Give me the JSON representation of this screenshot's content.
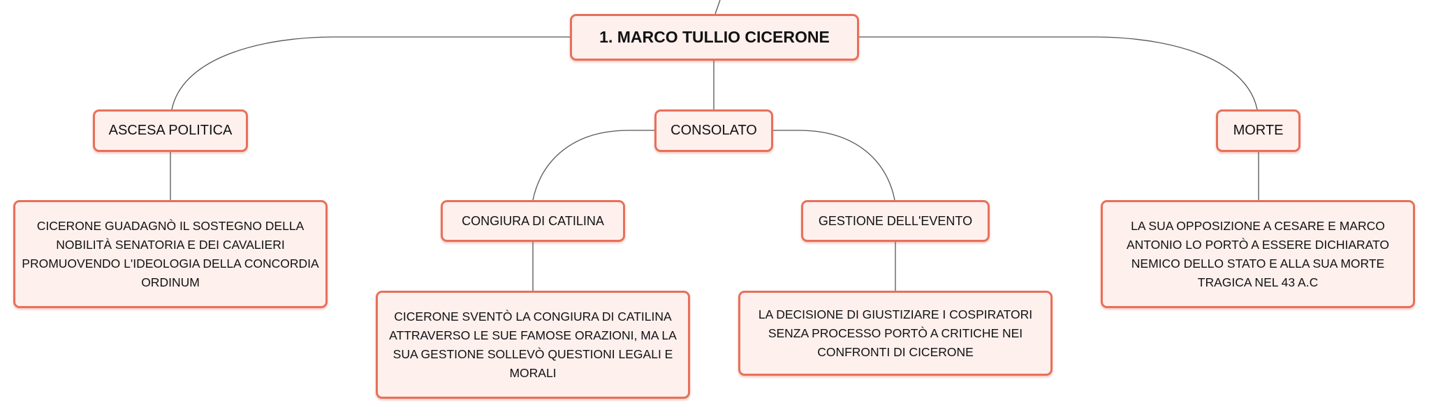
{
  "diagram": {
    "type": "mind-map",
    "colors": {
      "node_fill": "#fdf0ed",
      "node_border": "#e8705a",
      "connector": "#555555",
      "text": "#111111"
    },
    "root": {
      "label": "1. MARCO TULLIO CICERONE"
    },
    "branches": [
      {
        "label": "ASCESA POLITICA",
        "detail": "CICERONE GUADAGNÒ IL SOSTEGNO DELLA NOBILITÀ SENATORIA E DEI CAVALIERI PROMUOVENDO L'IDEOLOGIA DELLA CONCORDIA ORDINUM"
      },
      {
        "label": "CONSOLATO",
        "children": [
          {
            "label": "CONGIURA DI CATILINA",
            "detail": "CICERONE SVENTÒ LA CONGIURA DI CATILINA ATTRAVERSO LE SUE FAMOSE ORAZIONI, MA LA SUA GESTIONE SOLLEVÒ QUESTIONI LEGALI E MORALI"
          },
          {
            "label": "GESTIONE DELL'EVENTO",
            "detail": "LA DECISIONE DI GIUSTIZIARE I COSPIRATORI SENZA PROCESSO PORTÒ A CRITICHE NEI CONFRONTI DI CICERONE"
          }
        ]
      },
      {
        "label": "MORTE",
        "detail": "LA SUA OPPOSIZIONE A CESARE E MARCO ANTONIO LO PORTÒ A ESSERE DICHIARATO NEMICO DELLO STATO E ALLA SUA MORTE TRAGICA NEL 43 A.C"
      }
    ]
  }
}
